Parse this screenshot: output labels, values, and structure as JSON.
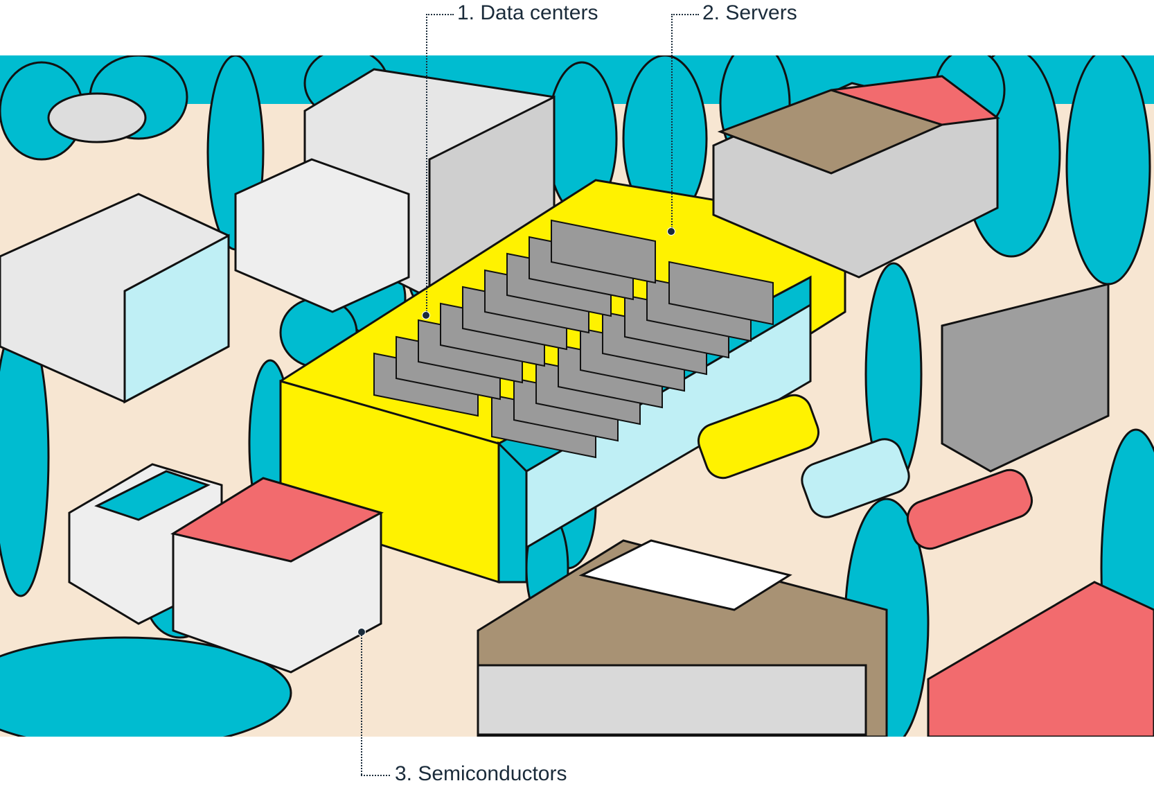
{
  "callouts": [
    {
      "label": "1. Data centers"
    },
    {
      "label": "2. Servers"
    },
    {
      "label": "3. Semiconductors"
    }
  ],
  "colors": {
    "ground": "#f7e6d2",
    "tree": "#00bcd0",
    "datacenter": "#fff200",
    "roof_red": "#f26b6e",
    "server": "#8a8a8a",
    "roof_brown": "#a89274",
    "text": "#1a2b3a"
  }
}
